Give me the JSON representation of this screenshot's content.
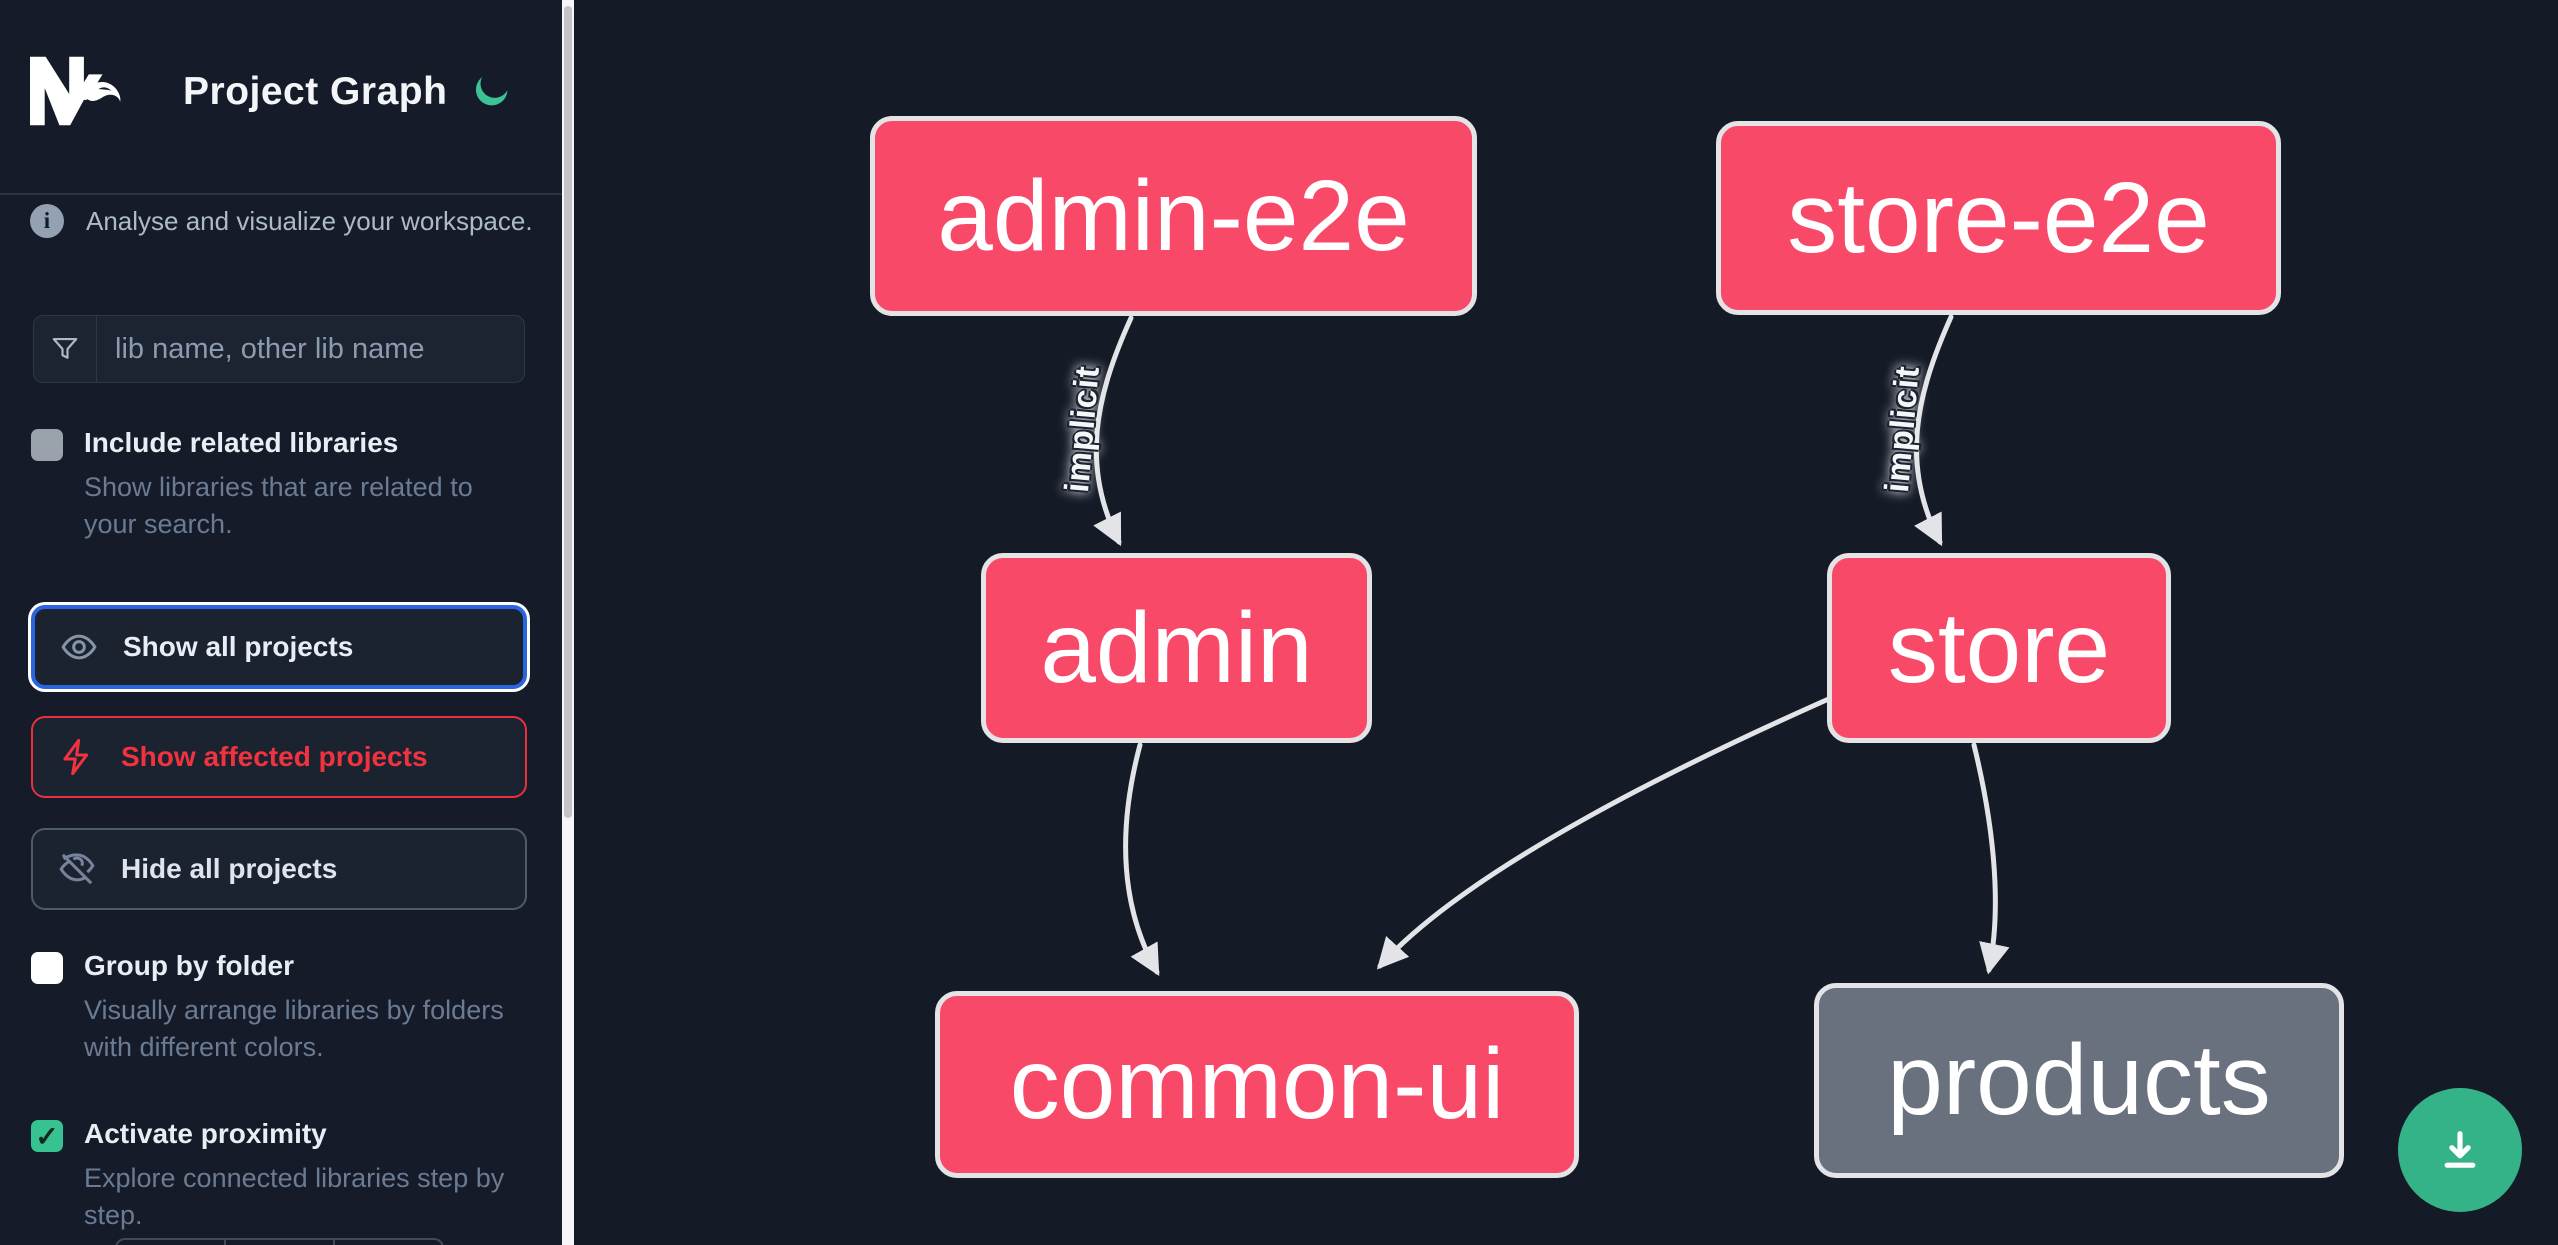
{
  "header": {
    "title": "Project Graph",
    "logo": "nx-logo",
    "theme_toggle": "moon-icon"
  },
  "sidebar": {
    "tagline": "Analyse and visualize your workspace.",
    "search": {
      "placeholder": "lib name, other lib name",
      "icon": "funnel-icon",
      "value": ""
    },
    "toggles": [
      {
        "label": "Include related libraries",
        "description": "Show libraries that are related to your search.",
        "checked": false
      },
      {
        "label": "Group by folder",
        "description": "Visually arrange libraries by folders with different colors.",
        "checked": false
      },
      {
        "label": "Activate proximity",
        "description": "Explore connected libraries step by step.",
        "checked": true,
        "check_glyph": "✓"
      }
    ],
    "actions": [
      {
        "label": "Show all projects",
        "icon": "eye-icon",
        "state": "focused"
      },
      {
        "label": "Show affected projects",
        "icon": "bolt-icon",
        "state": "danger"
      },
      {
        "label": "Hide all projects",
        "icon": "eye-off-icon",
        "state": "default"
      }
    ]
  },
  "graph": {
    "nodes": [
      {
        "id": "admin-e2e",
        "label": "admin-e2e",
        "type": "affected"
      },
      {
        "id": "store-e2e",
        "label": "store-e2e",
        "type": "affected"
      },
      {
        "id": "admin",
        "label": "admin",
        "type": "affected"
      },
      {
        "id": "store",
        "label": "store",
        "type": "affected"
      },
      {
        "id": "common-ui",
        "label": "common-ui",
        "type": "affected"
      },
      {
        "id": "products",
        "label": "products",
        "type": "unaffected"
      }
    ],
    "edges": [
      {
        "from": "admin-e2e",
        "to": "admin",
        "label": "implicit"
      },
      {
        "from": "store-e2e",
        "to": "store",
        "label": "implicit"
      },
      {
        "from": "admin",
        "to": "common-ui",
        "label": ""
      },
      {
        "from": "store",
        "to": "common-ui",
        "label": ""
      },
      {
        "from": "store",
        "to": "products",
        "label": ""
      }
    ]
  },
  "fab": {
    "icon": "download-icon"
  },
  "colors": {
    "background": "#141a26",
    "sidebar_background": "#151b28",
    "affected_node": "#f84969",
    "unaffected_node": "#69717e",
    "node_border": "#e4e4e7",
    "edge": "#e3e4e7",
    "accent_green": "#35b388",
    "focus_blue": "#2b66e0",
    "danger_red": "#f0333e"
  }
}
